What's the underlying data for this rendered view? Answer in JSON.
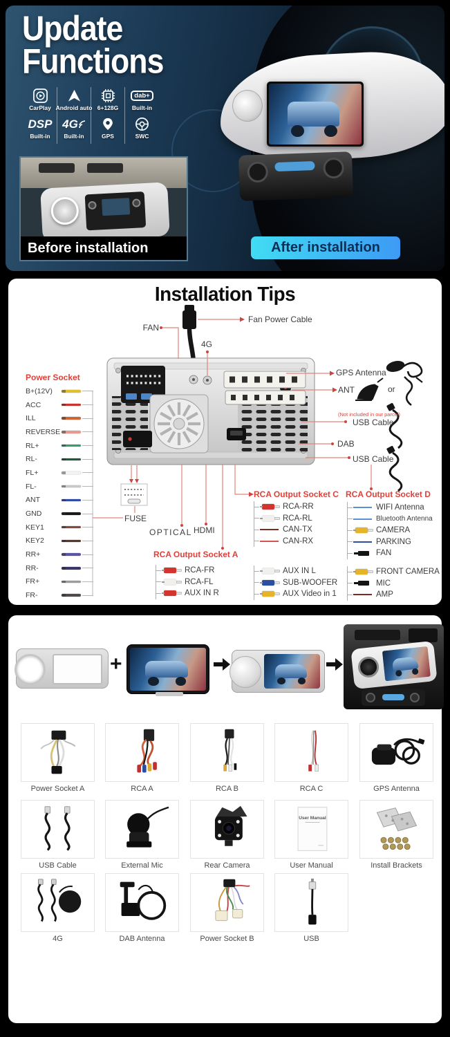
{
  "top_panel": {
    "title_line1": "Update",
    "title_line2": "Functions",
    "features": [
      {
        "label": "CarPlay"
      },
      {
        "label": "Android auto"
      },
      {
        "label": "6+128G"
      },
      {
        "label": "Built-in",
        "badge": "dab+"
      },
      {
        "label": "Built-in",
        "badge": "DSP"
      },
      {
        "label": "Built-in",
        "badge": "4G"
      },
      {
        "label": "GPS"
      },
      {
        "label": "SWC"
      }
    ],
    "before_label": "Before installation",
    "after_label": "After installation"
  },
  "tips": {
    "title": "Installation Tips",
    "accent_red": "#e04038",
    "labels": {
      "fan": "FAN",
      "fan_power_cable": "Fan Power Cable",
      "g4": "4G",
      "gps_antenna": "GPS Antenna",
      "ant": "ANT",
      "or": "or",
      "not_included": "(Not included in our parcel)",
      "usb_cable_1": "USB Cable",
      "dab": "DAB",
      "usb_cable_2": "USB Cable",
      "fuse": "FUSE",
      "optical": "OPTICAL",
      "hdmi": "HDMI"
    },
    "power_socket": {
      "header": "Power Socket",
      "wires": [
        {
          "label": "B+(12V)",
          "color": "#dfc12e"
        },
        {
          "label": "ACC",
          "color": "#c83430"
        },
        {
          "label": "ILL",
          "color": "#cf6434"
        },
        {
          "label": "REVERSE",
          "color": "#e49b94"
        },
        {
          "label": "RL+",
          "color": "#33a06a"
        },
        {
          "label": "RL-",
          "color": "#1e5c38"
        },
        {
          "label": "FL+",
          "color": "#f2f2f0"
        },
        {
          "label": "FL-",
          "color": "#c8c8c4"
        },
        {
          "label": "ANT",
          "color": "#2f4da8"
        },
        {
          "label": "GND",
          "color": "#1a1a1a"
        },
        {
          "label": "KEY1",
          "color": "#8a4a3a"
        },
        {
          "label": "KEY2",
          "color": "#59352c"
        },
        {
          "label": "RR+",
          "color": "#5c55a2"
        },
        {
          "label": "RR-",
          "color": "#3a3668"
        },
        {
          "label": "FR+",
          "color": "#9c9c9c"
        },
        {
          "label": "FR-",
          "color": "#4e4a4a"
        }
      ]
    },
    "socket_a": {
      "header": "RCA Output Socket A",
      "rows": [
        {
          "label": "RCA-FR",
          "type": "rca",
          "color": "#d3342e"
        },
        {
          "label": "RCA-FL",
          "type": "rca",
          "color": "#f2f0ec"
        },
        {
          "label": "AUX IN R",
          "type": "rca",
          "color": "#d3342e"
        }
      ]
    },
    "socket_c": {
      "header": "RCA Output Socket C",
      "rows": [
        {
          "label": "RCA-RR",
          "type": "rca",
          "color": "#d3342e"
        },
        {
          "label": "RCA-RL",
          "type": "rca",
          "color": "#f2f0ec"
        },
        {
          "label": "CAN-TX",
          "type": "wire",
          "color": "#7c2a24"
        },
        {
          "label": "CAN-RX",
          "type": "wire",
          "color": "#d4544e"
        }
      ],
      "rows2": [
        {
          "label": "AUX IN L",
          "type": "rca",
          "color": "#f2f0ec"
        },
        {
          "label": "SUB-WOOFER",
          "type": "rca",
          "color": "#2a4fa0"
        },
        {
          "label": "AUX Video in 1",
          "type": "rca",
          "color": "#e5b429"
        }
      ]
    },
    "socket_d": {
      "header": "RCA Output Socket D",
      "rows": [
        {
          "label": "WIFI Antenna",
          "type": "wire",
          "color": "#5b8fd4"
        },
        {
          "label": "Bluetooth Antenna",
          "type": "wire",
          "color": "#5b8fd4"
        },
        {
          "label": "CAMERA",
          "type": "rca",
          "color": "#e5b429"
        },
        {
          "label": "PARKING",
          "type": "wire",
          "color": "#2a4fa0"
        },
        {
          "label": "FAN",
          "type": "plug",
          "color": "#141414"
        }
      ],
      "rows2": [
        {
          "label": "FRONT CAMERA",
          "type": "rca",
          "color": "#e5b429"
        },
        {
          "label": "MIC",
          "type": "plug",
          "color": "#141414"
        },
        {
          "label": "AMP",
          "type": "wire",
          "color": "#7c2a24"
        }
      ]
    }
  },
  "package": {
    "plus": "+",
    "manual_cover": "User Manual",
    "items": [
      {
        "label": "Power Socket A"
      },
      {
        "label": "RCA  A"
      },
      {
        "label": "RCA  B"
      },
      {
        "label": "RCA  C"
      },
      {
        "label": "GPS Antenna"
      },
      {
        "label": "USB Cable"
      },
      {
        "label": "External Mic"
      },
      {
        "label": "Rear Camera"
      },
      {
        "label": "User Manual"
      },
      {
        "label": "Install Brackets"
      },
      {
        "label": "4G"
      },
      {
        "label": "DAB Antenna"
      },
      {
        "label": "Power Socket B"
      },
      {
        "label": "USB"
      }
    ]
  }
}
